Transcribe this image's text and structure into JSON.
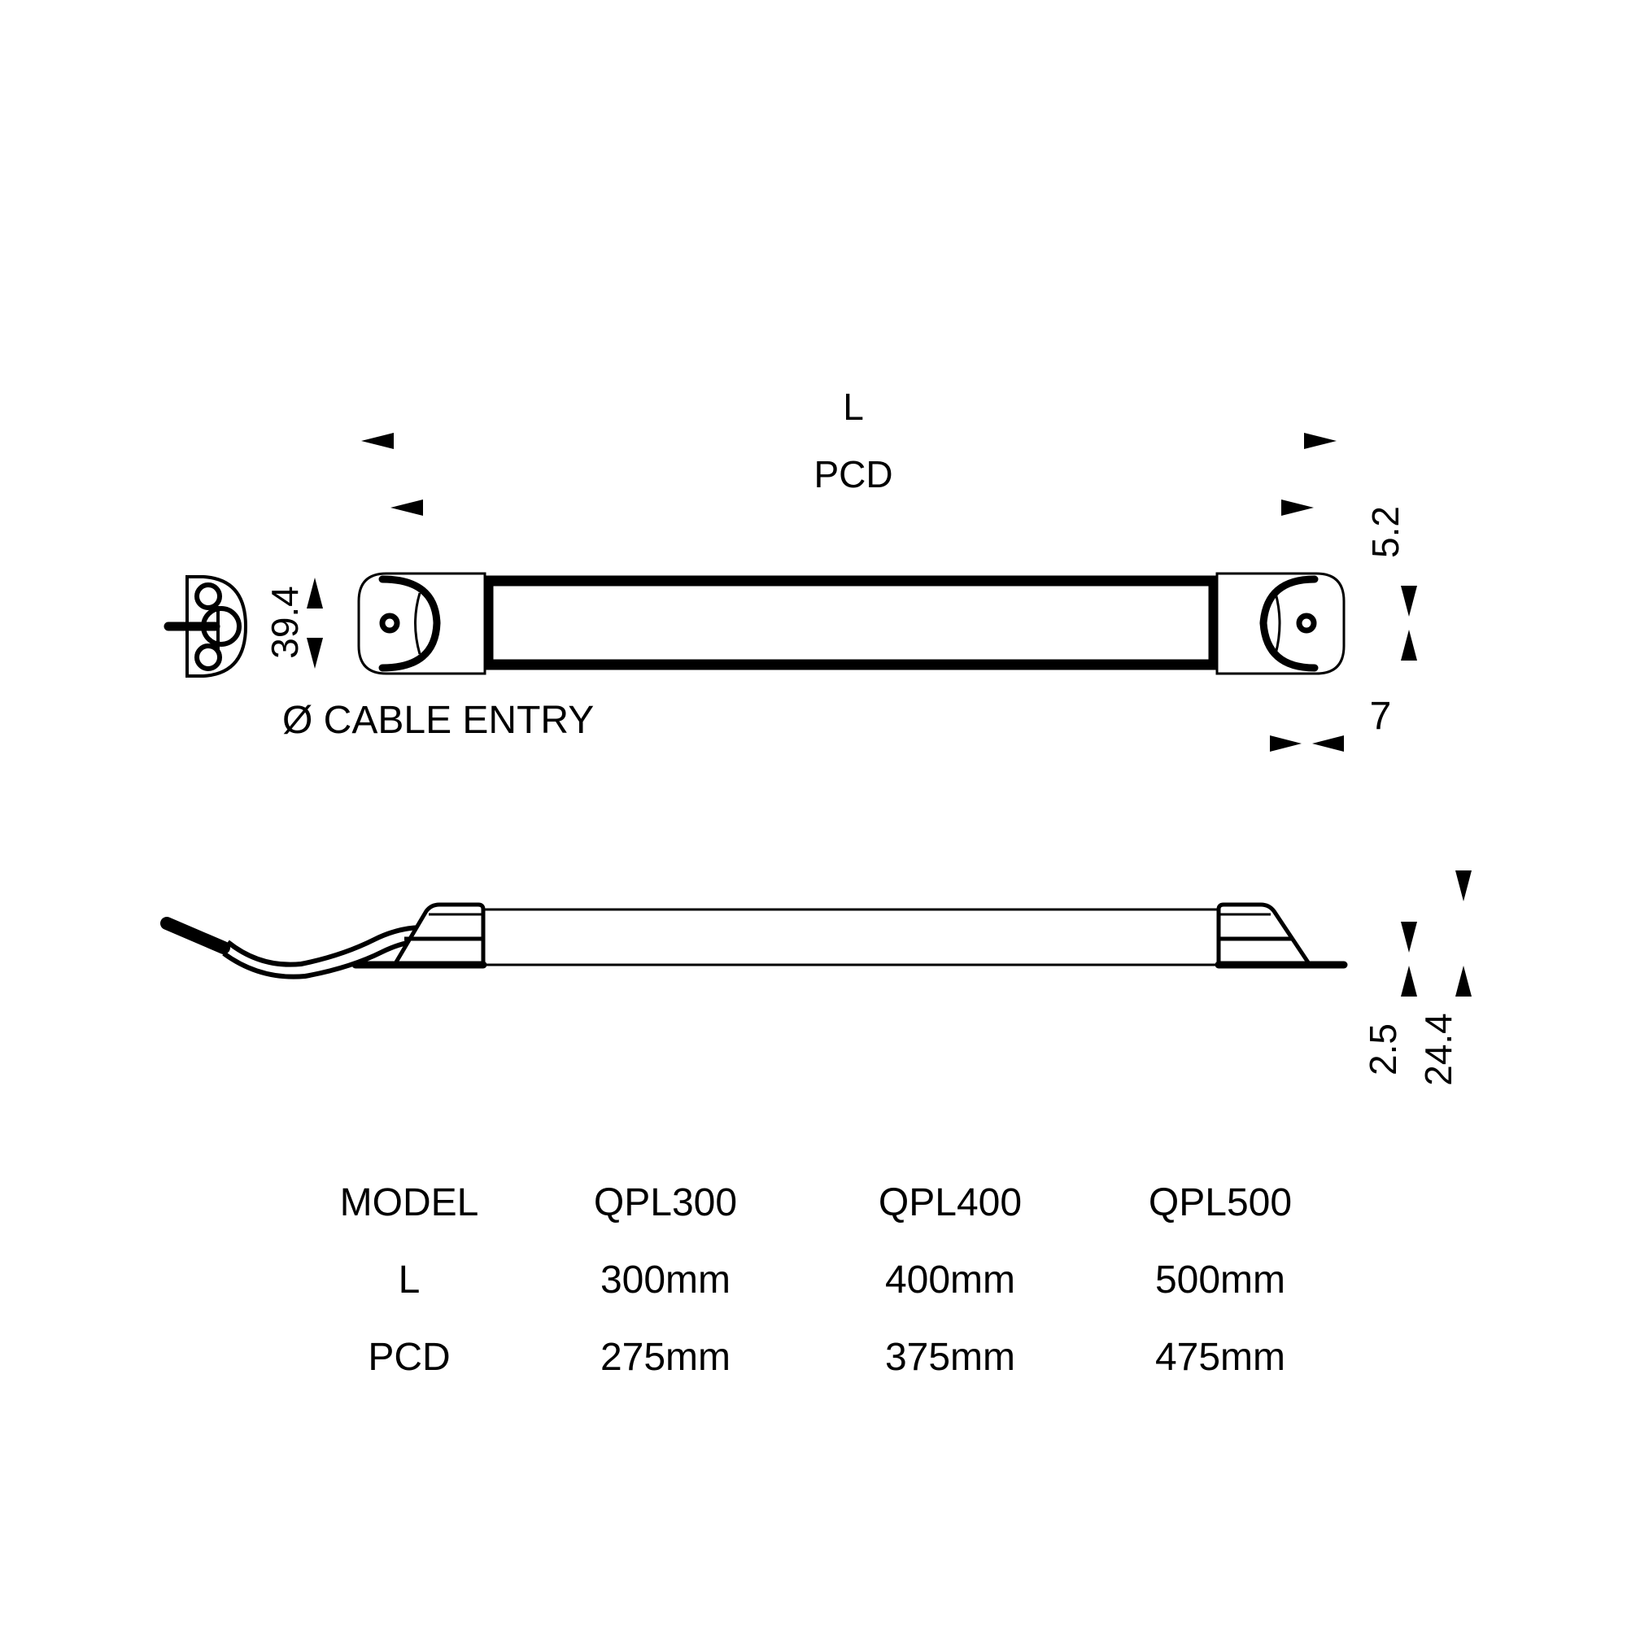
{
  "drawing": {
    "top_view": {
      "dim_length_label": "L",
      "dim_pcd_label": "PCD",
      "dim_height_label": "39.4",
      "dim_cap_offset_label": "5.2",
      "dim_cap_width_label": "7",
      "cable_entry_label": "Ø CABLE ENTRY"
    },
    "side_view": {
      "dim_base_label": "2.5",
      "dim_total_height_label": "24.4"
    }
  },
  "table": {
    "headers": [
      "MODEL",
      "QPL300",
      "QPL400",
      "QPL500"
    ],
    "rows": [
      {
        "label": "L",
        "values": [
          "300mm",
          "400mm",
          "500mm"
        ]
      },
      {
        "label": "PCD",
        "values": [
          "275mm",
          "375mm",
          "475mm"
        ]
      }
    ]
  },
  "colors": {
    "line": "#000000",
    "background": "#ffffff"
  }
}
